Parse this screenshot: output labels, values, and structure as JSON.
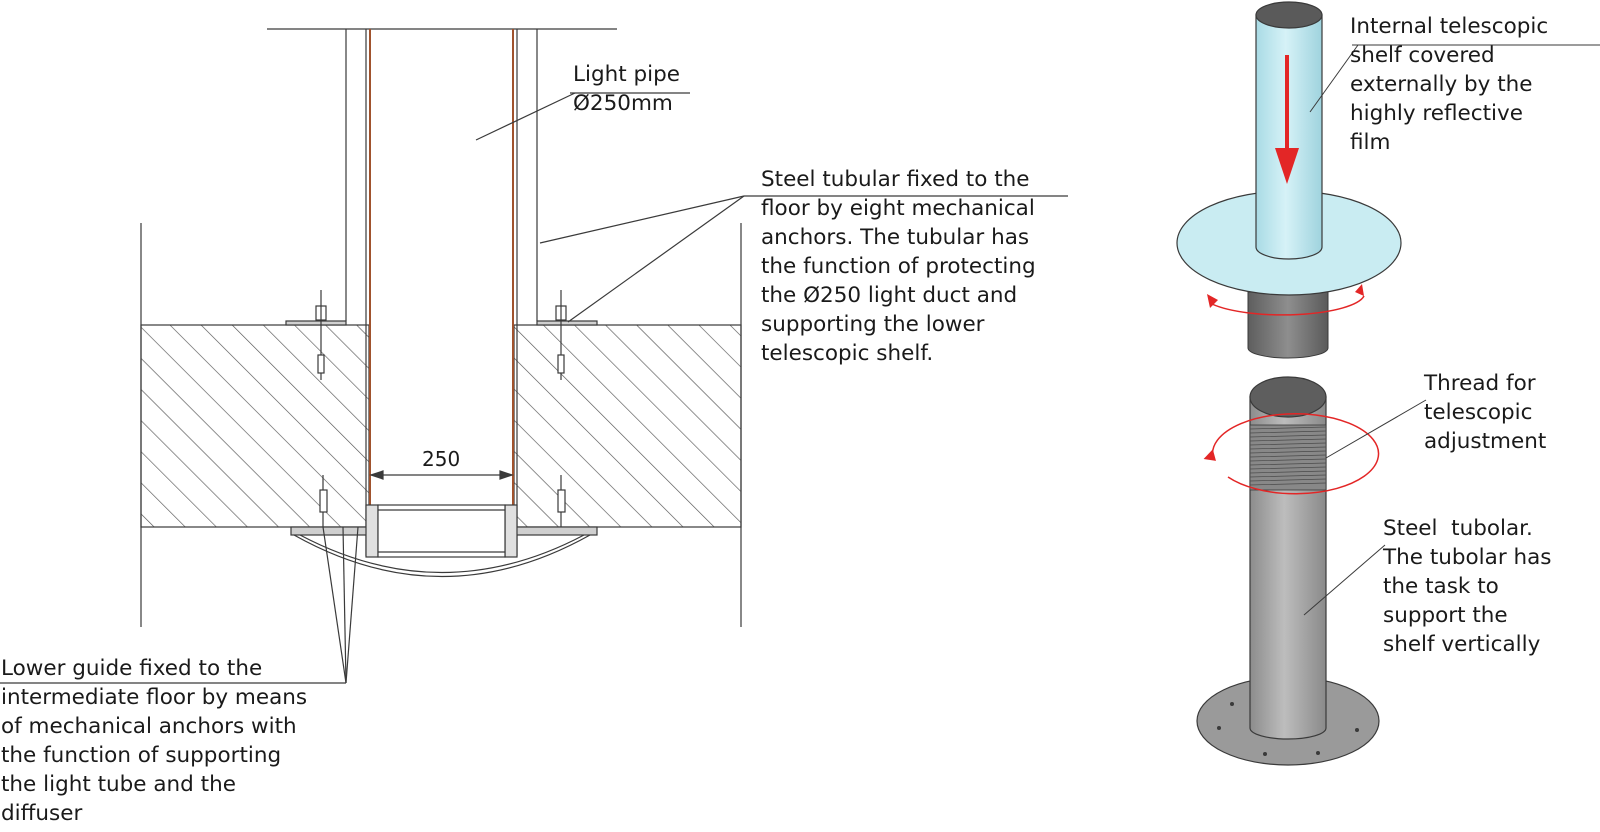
{
  "labels": {
    "light_pipe": "Light pipe\nØ250mm",
    "steel_tubular_fixed": "Steel tubular fixed to the\nfloor by eight mechanical\nanchors. The tubular has\nthe function of protecting\nthe Ø250 light duct and\nsupporting the lower\ntelescopic shelf.",
    "lower_guide": "Lower guide fixed to the\nintermediate floor by means\nof mechanical anchors with\nthe function of supporting\nthe light tube and the\ndiffuser",
    "dimension_250": "250",
    "internal_shelf": "Internal telescopic\nshelf covered\nexternally by the\nhighly reflective\nfilm",
    "thread": "Thread for\ntelescopic\nadjustment",
    "steel_tubolar": "Steel  tubolar.\nThe tubolar has\nthe task to\nsupport the\nshelf vertically"
  },
  "colors": {
    "line": "#3a3a3a",
    "hatch": "#555555",
    "pipe_light_blue": "#c9ecf2",
    "tube_gray": "#a8a8a8",
    "tube_dark": "#6e6e6e",
    "arrow_red": "#e32626",
    "copper": "#a0522d"
  }
}
